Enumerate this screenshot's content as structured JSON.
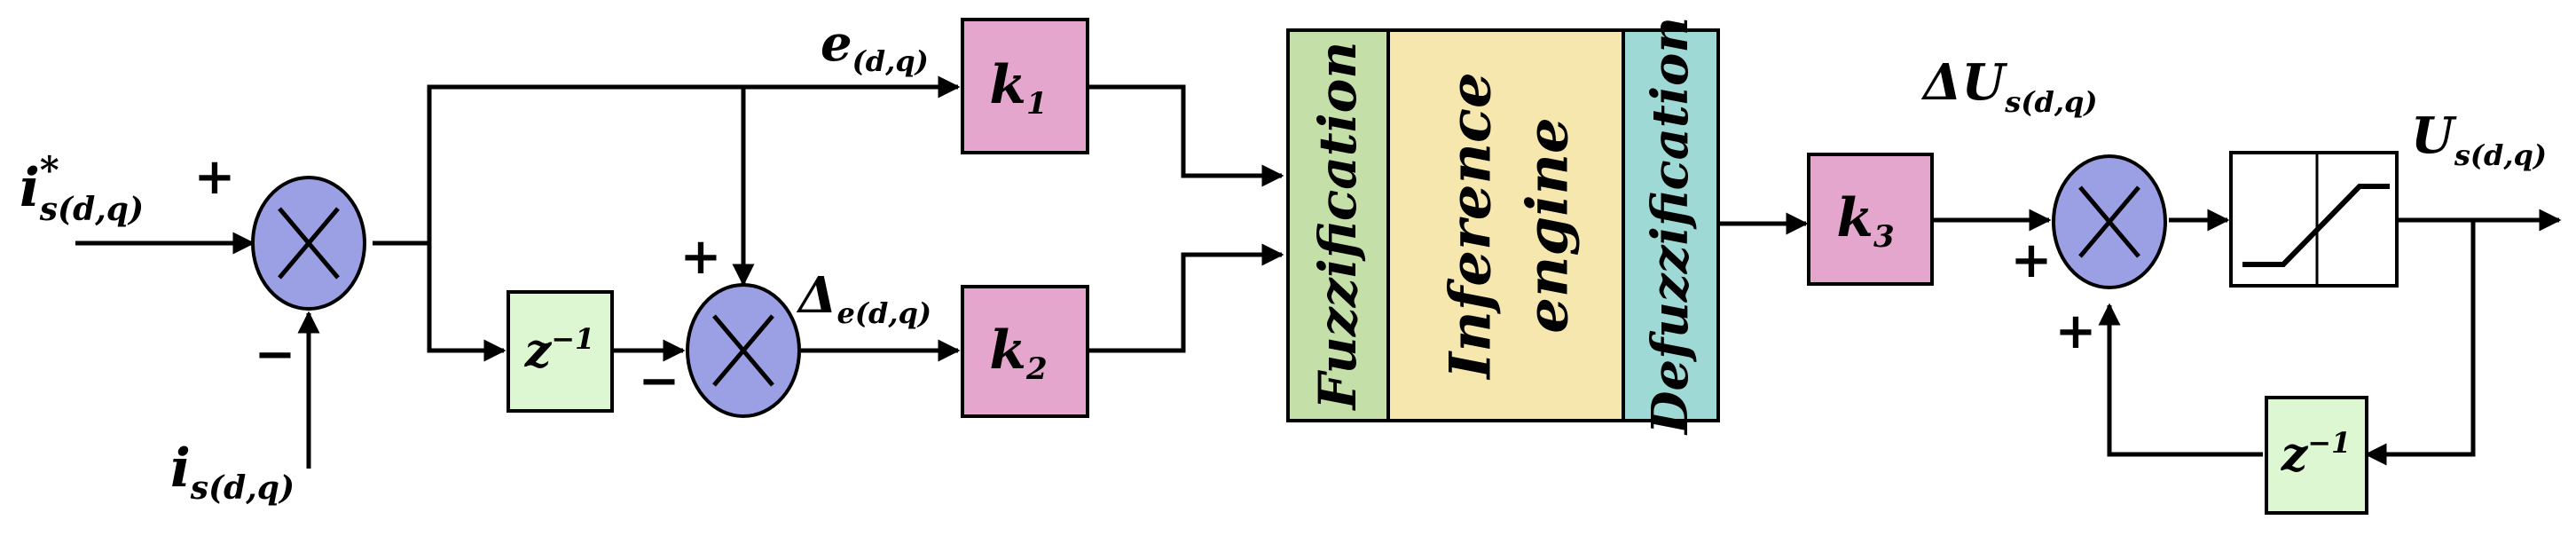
{
  "colors": {
    "summer": "#9b9fe3",
    "gain": "#e4a6cd",
    "delay": "#dcf7d2",
    "fuzzification": "#c4dfa7",
    "inference": "#f5e7ad",
    "defuzzification": "#9fd9d6",
    "saturation": "#ffffff"
  },
  "inputs": {
    "reference": {
      "main": "i",
      "sup": "*",
      "sub": "s(d,q)"
    },
    "measured": {
      "main": "i",
      "sub": "s(d,q)"
    }
  },
  "signals": {
    "error": {
      "main": "e",
      "sub": "(d,q)"
    },
    "delta_error": {
      "main": "Δ",
      "sub": "e(d,q)"
    },
    "delta_u": {
      "main": "ΔU",
      "sub": "s(d,q)"
    },
    "output": {
      "main": "U",
      "sub": "s(d,q)"
    }
  },
  "gains": {
    "k1": {
      "main": "k",
      "sub": "1"
    },
    "k2": {
      "main": "k",
      "sub": "2"
    },
    "k3": {
      "main": "k",
      "sub": "3"
    }
  },
  "delay": {
    "main": "z",
    "sup": "−1"
  },
  "fuzzy": {
    "fuzzification": "Fuzzification",
    "inference_line1": "Inference",
    "inference_line2": "engine",
    "defuzzification": "Defuzzification"
  },
  "signs": {
    "sum1_top": "+",
    "sum1_bottom": "−",
    "sum2_top": "+",
    "sum2_left": "−",
    "sum3_left": "+",
    "sum3_bottom": "+"
  }
}
